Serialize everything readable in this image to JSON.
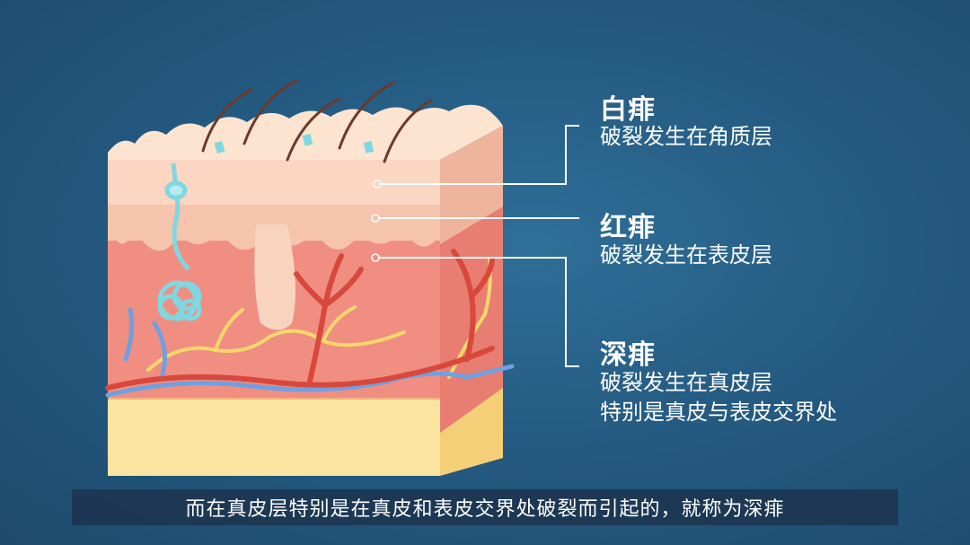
{
  "labels": [
    {
      "title": "白痱",
      "lines": [
        "破裂发生在角质层"
      ]
    },
    {
      "title": "红痱",
      "lines": [
        "破裂发生在表皮层"
      ]
    },
    {
      "title": "深痱",
      "lines": [
        "破裂发生在真皮层",
        "特别是真皮与表皮交界处"
      ]
    }
  ],
  "subtitle": "而在真皮层特别是在真皮和表皮交界处破裂而引起的，就称为深痱",
  "colors": {
    "background": "#255b82",
    "fat_layer": "#fbe3a0",
    "dermis": "#f08e82",
    "epidermis": "#f6c3ad",
    "stratum_corneum": "#fde4d0",
    "artery": "#d9483c",
    "vein": "#6fa0e0",
    "nerve": "#f7d86a",
    "sweat_gland": "#7fd8e0",
    "callout_line": "#ffffff"
  }
}
